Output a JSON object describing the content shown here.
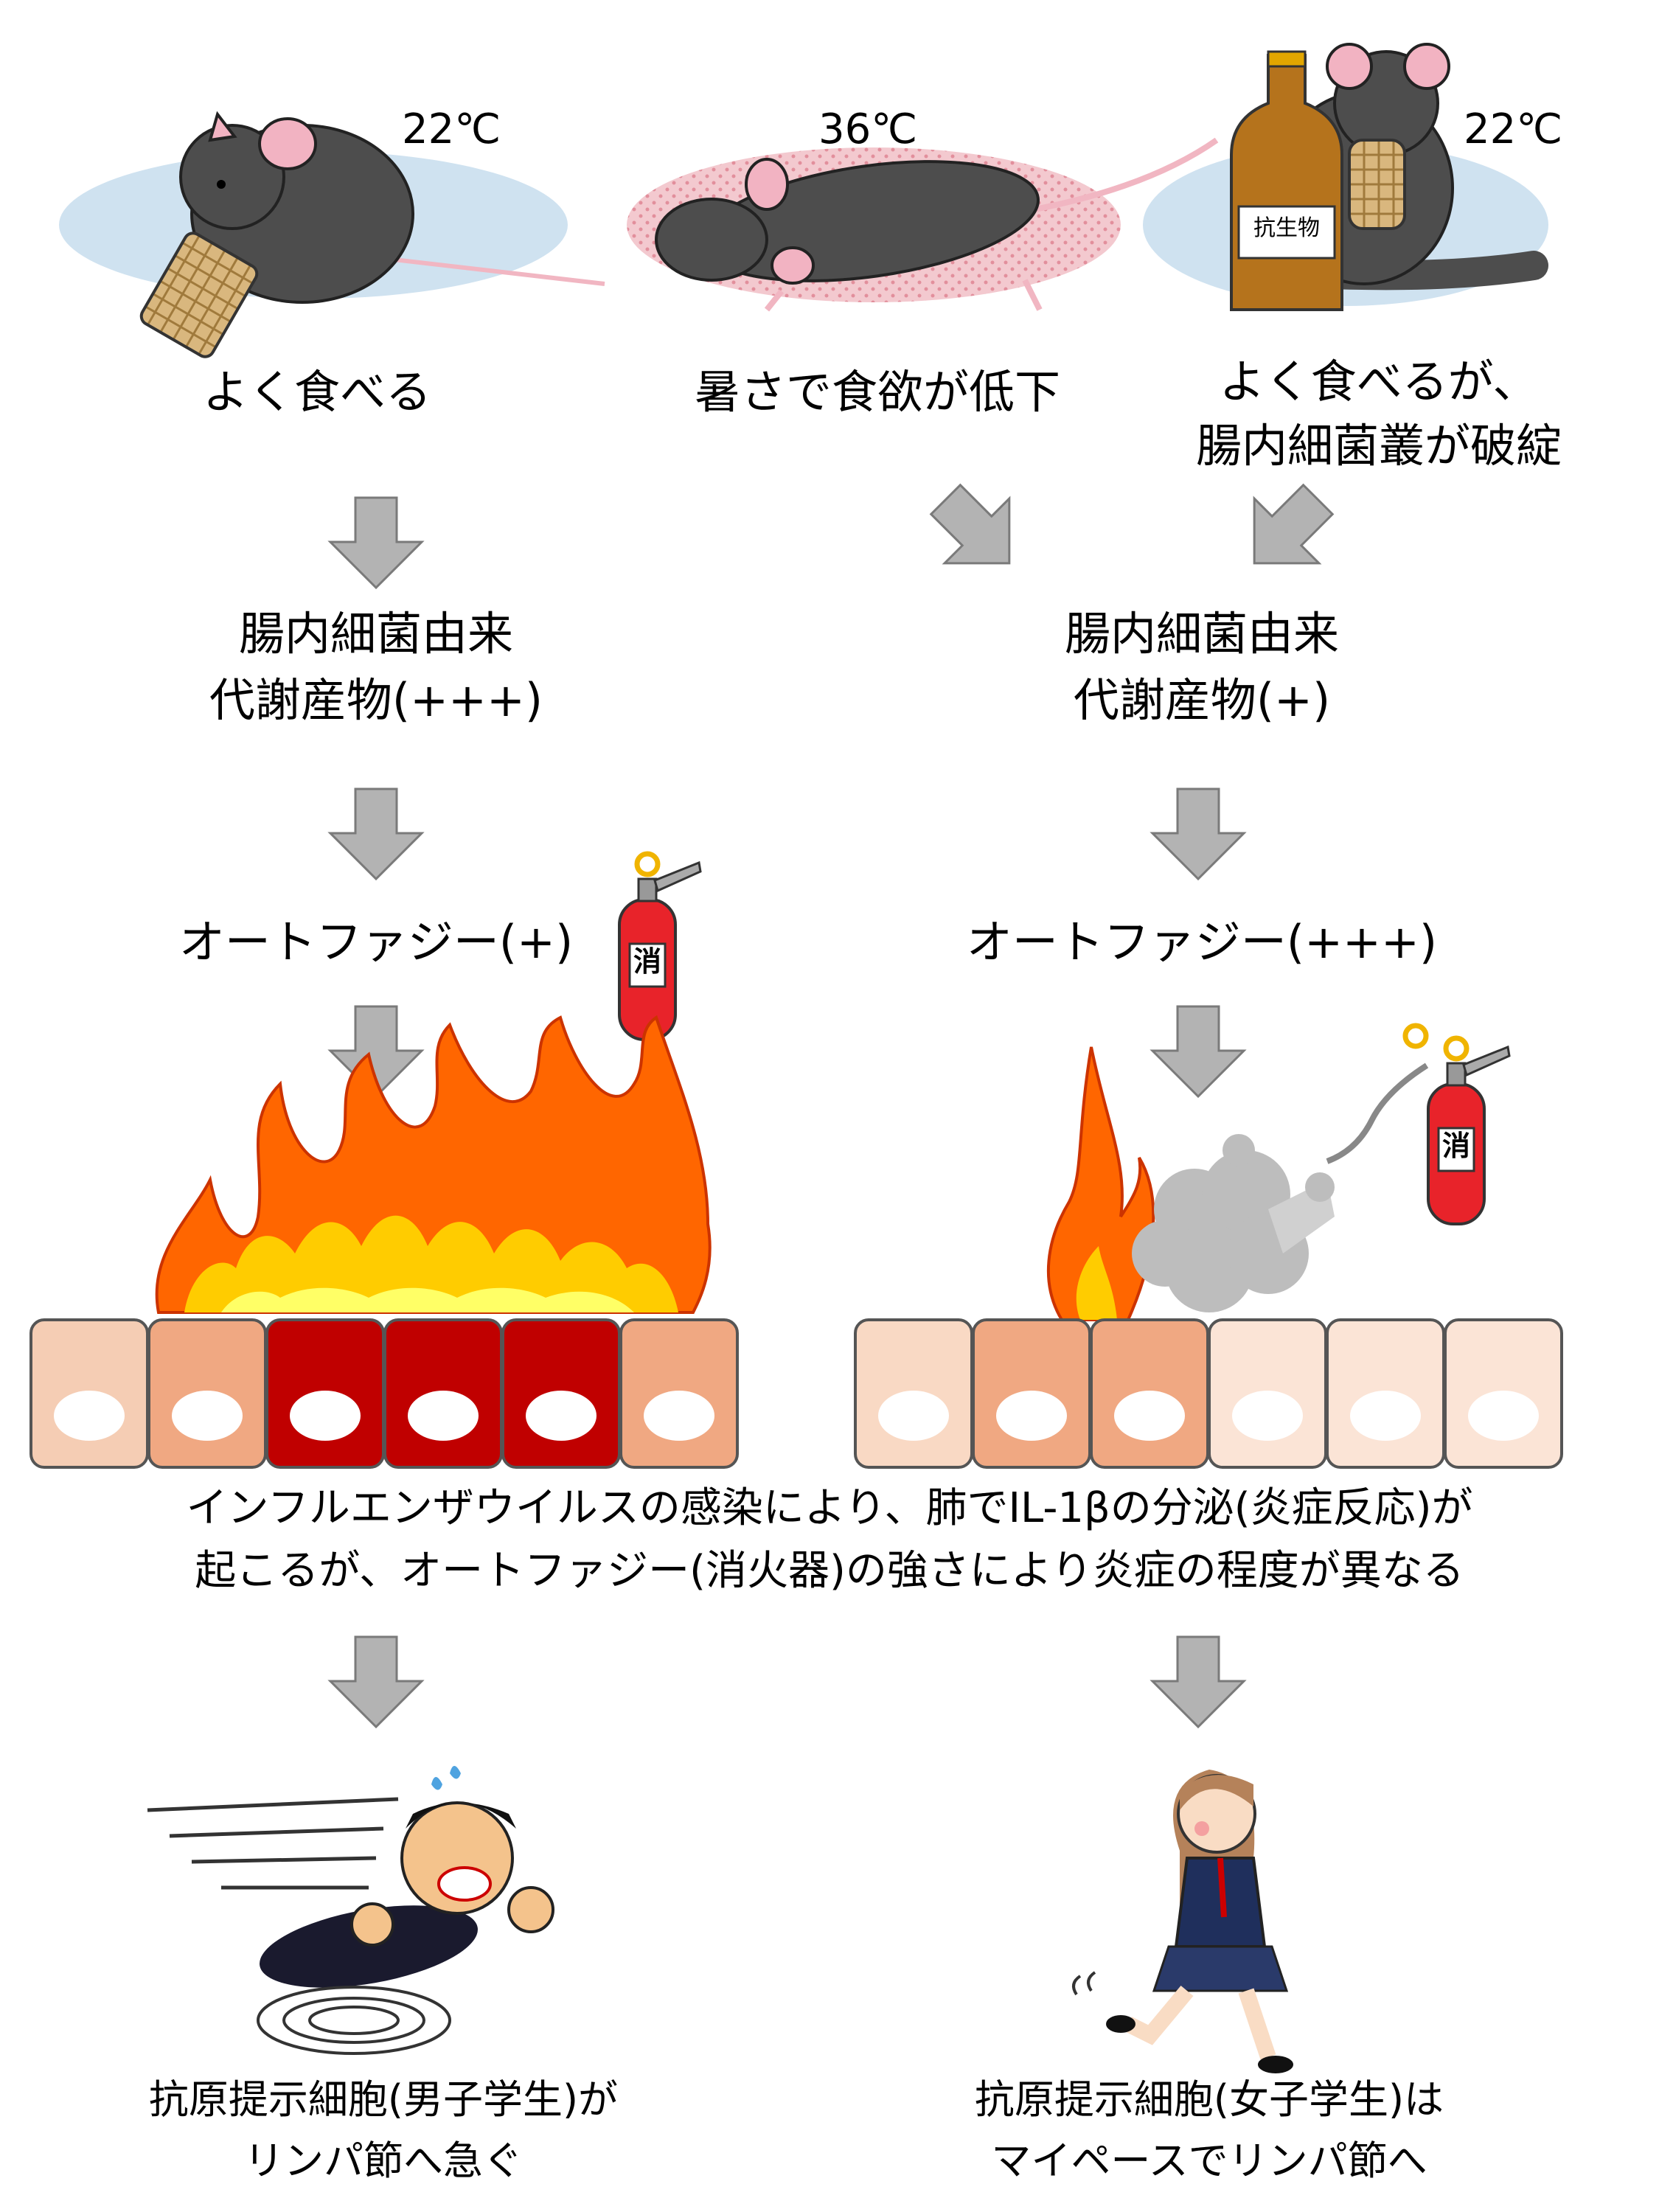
{
  "mice": [
    {
      "temp": "22℃",
      "label": "よく食べる"
    },
    {
      "temp": "36℃",
      "label": "暑さで食欲が低下"
    },
    {
      "temp": "22℃",
      "label_line1": "よく食べるが、",
      "label_line2": "腸内細菌叢が破綻",
      "bottle_label": "抗生物"
    }
  ],
  "metabolite_left": {
    "line1": "腸内細菌由来",
    "line2": "代謝産物(+++)"
  },
  "metabolite_right": {
    "line1": "腸内細菌由来",
    "line2": "代謝産物(+)"
  },
  "autophagy_left": "オートファジー(+)",
  "autophagy_right": "オートファジー(+++)",
  "extinguisher_label": "消",
  "inflammation_caption": {
    "line1": "インフルエンザウイルスの感染により、肺でIL-1βの分泌(炎症反応)が",
    "line2": "起こるが、オートファジー(消火器)の強さにより炎症の程度が異なる"
  },
  "result_left": {
    "line1": "抗原提示細胞(男子学生)が",
    "line2": "リンパ節へ急ぐ"
  },
  "result_right": {
    "line1": "抗原提示細胞(女子学生)は",
    "line2": "マイペースでリンパ節へ"
  },
  "colors": {
    "arrow": "#b3b3b3",
    "cell_dark_red": "#c00000",
    "cell_light": "#f9d9c4",
    "cell_mid": "#f0a882",
    "flame_outer": "#ff6600",
    "flame_inner": "#ffcc00",
    "plate_blue": "#cfe2f0",
    "plate_pink": "#f1c6cc",
    "mouse": "#4d4d4d"
  }
}
